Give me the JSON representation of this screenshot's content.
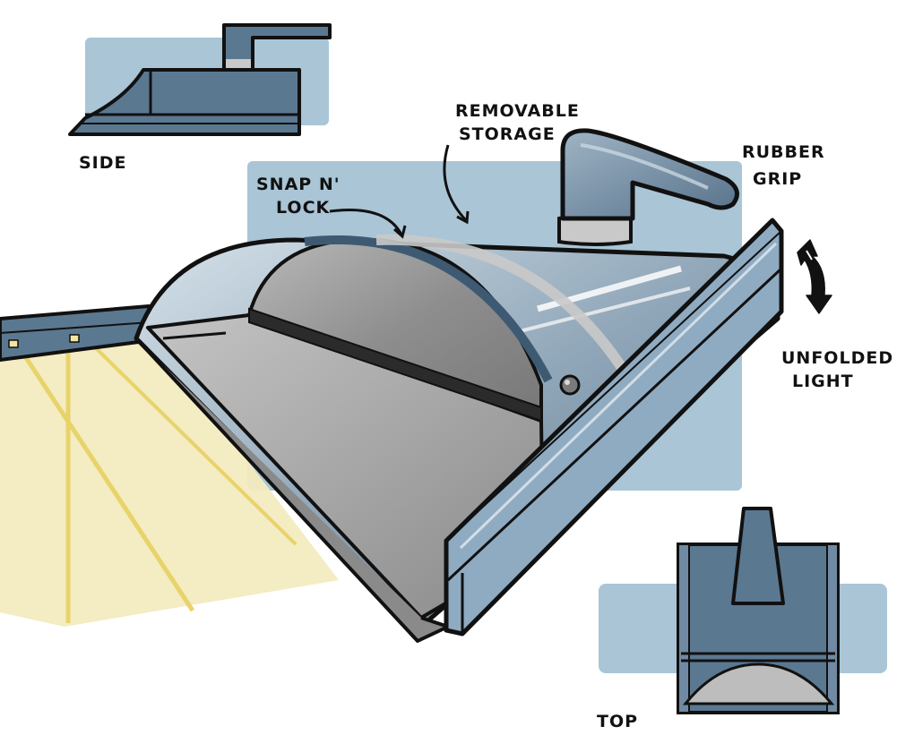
{
  "labels": {
    "side": "SIDE",
    "top": "TOP",
    "removable_line1": "REMOVABLE",
    "removable_line2": "STORAGE",
    "snap_line1": "SNAP N'",
    "snap_line2": "LOCK",
    "grip_line1": "RUBBER",
    "grip_line2": "GRIP",
    "light_line1": "UNFOLDED",
    "light_line2": "LIGHT"
  },
  "colors": {
    "backdrop": "#a9c5d6",
    "body_blue": "#5b7891",
    "light_blue": "#9fb9cc",
    "metal_gray": "#9a9a9a",
    "light_beam": "#f3ebbf",
    "beam_line": "#e8d36a",
    "outline": "#111111"
  }
}
